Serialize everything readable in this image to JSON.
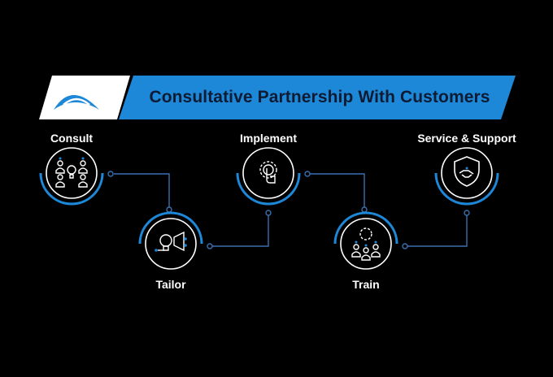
{
  "banner": {
    "title": "Consultative Partnership With Customers",
    "color": "#1e88d8"
  },
  "logo": {
    "name": "brand-logo-icon"
  },
  "steps": [
    {
      "label": "Consult",
      "icon": "people-ideas-icon"
    },
    {
      "label": "Tailor",
      "icon": "lightbulb-speaker-icon"
    },
    {
      "label": "Implement",
      "icon": "gear-hand-icon"
    },
    {
      "label": "Train",
      "icon": "gear-group-icon"
    },
    {
      "label": "Service & Support",
      "icon": "shield-handshake-icon"
    }
  ],
  "colors": {
    "accent": "#1e88d8",
    "background": "#000000",
    "text": "#ffffff"
  }
}
